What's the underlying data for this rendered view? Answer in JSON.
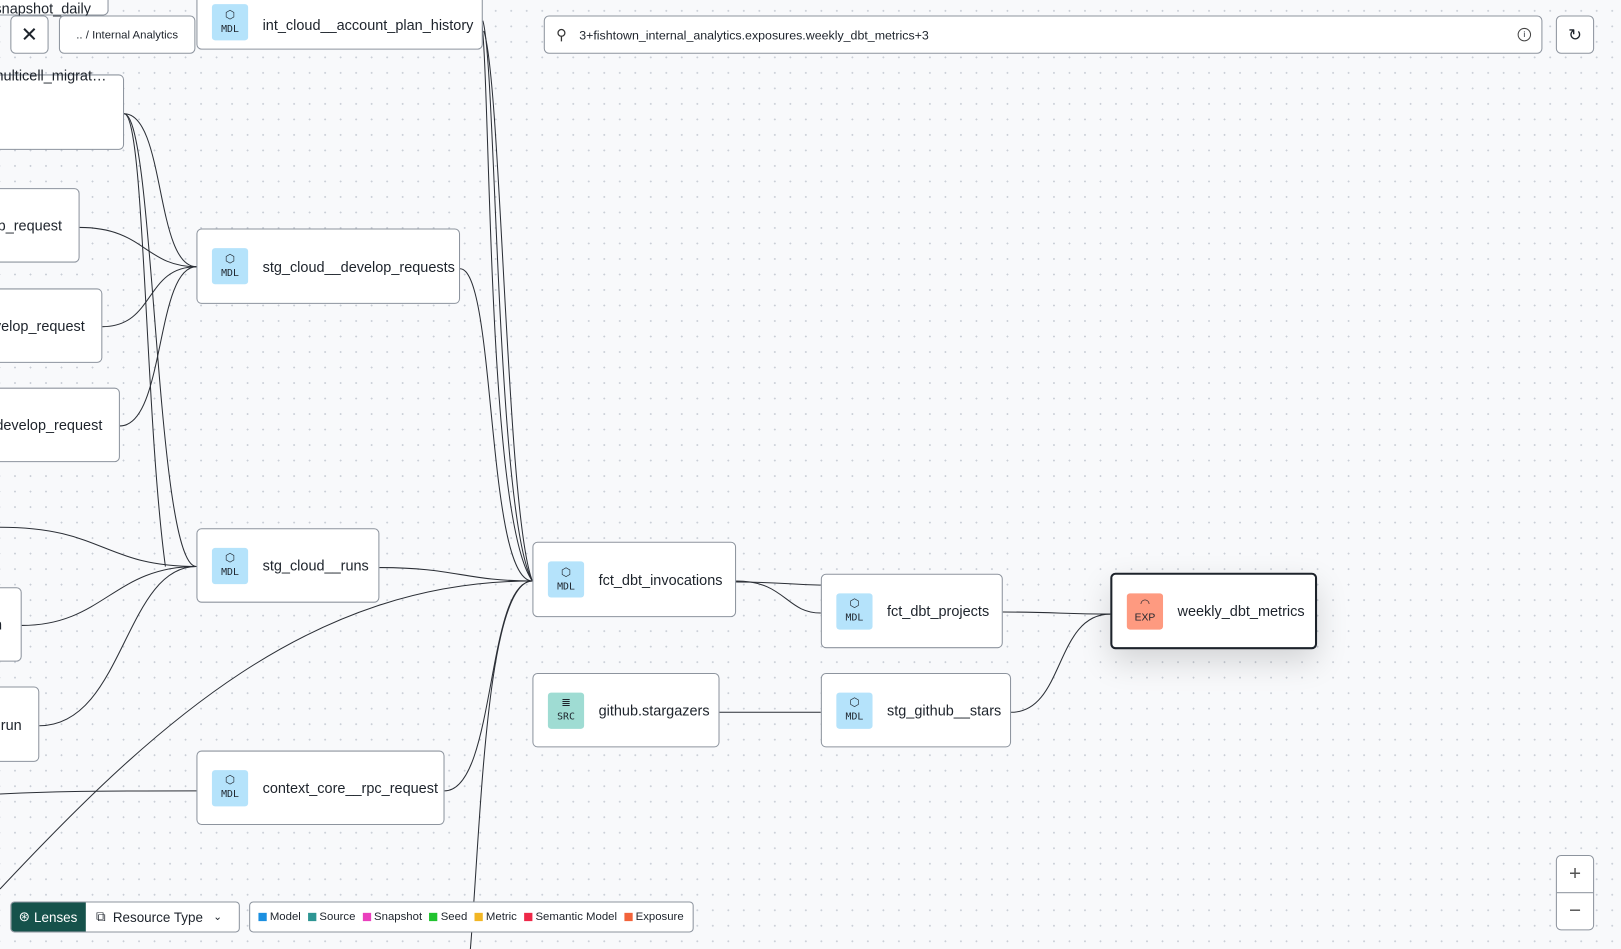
{
  "toolbar": {
    "breadcrumb": ".. / Internal Analytics",
    "close_icon": "close-icon",
    "search_value": "3+fishtown_internal_analytics.exposures.weekly_dbt_metrics+3",
    "search_icon": "search-icon",
    "info_icon": "info-icon",
    "refresh_icon": "refresh-icon"
  },
  "nodes": [
    {
      "label": "snapshot_daily",
      "type": ""
    },
    {
      "label": "int_cloud__account_plan_history",
      "type": "MDL"
    },
    {
      "label": "multicell_migrat…",
      "type": ""
    },
    {
      "label": "p_request",
      "type": ""
    },
    {
      "label": "velop_request",
      "type": ""
    },
    {
      "label": ".develop_request",
      "type": ""
    },
    {
      "label": "stg_cloud__develop_requests",
      "type": "MDL"
    },
    {
      "label": "stg_cloud__runs",
      "type": "MDL"
    },
    {
      "label": "n",
      "type": ""
    },
    {
      "label": ".run",
      "type": ""
    },
    {
      "label": "context_core__rpc_request",
      "type": "MDL"
    },
    {
      "label": "fct_dbt_invocations",
      "type": "MDL"
    },
    {
      "label": "github.stargazers",
      "type": "SRC"
    },
    {
      "label": "fct_dbt_projects",
      "type": "MDL"
    },
    {
      "label": "stg_github__stars",
      "type": "MDL"
    },
    {
      "label": "weekly_dbt_metrics",
      "type": "EXP"
    }
  ],
  "lenses": {
    "label": "Lenses",
    "dropdown": "Resource Type"
  },
  "legend": [
    {
      "label": "Model",
      "color": "#1b8fe0"
    },
    {
      "label": "Source",
      "color": "#2d9593"
    },
    {
      "label": "Snapshot",
      "color": "#ea3fbd"
    },
    {
      "label": "Seed",
      "color": "#21c32f"
    },
    {
      "label": "Metric",
      "color": "#f2b624"
    },
    {
      "label": "Semantic Model",
      "color": "#ee2848"
    },
    {
      "label": "Exposure",
      "color": "#f2633a"
    }
  ],
  "zoom": {
    "in": "+",
    "out": "−"
  }
}
